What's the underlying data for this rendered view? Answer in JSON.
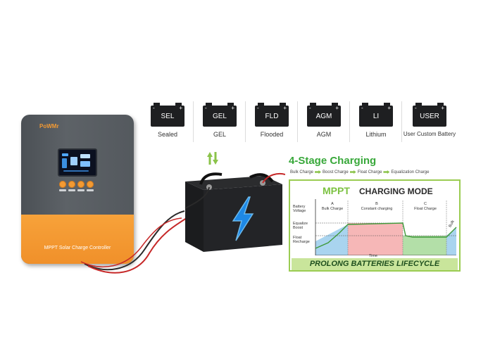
{
  "controller": {
    "logo": "PoWMr",
    "label": "MPPT Solar Charge Controller"
  },
  "battery_types": [
    {
      "code": "SEL",
      "label": "Sealed"
    },
    {
      "code": "GEL",
      "label": "GEL"
    },
    {
      "code": "FLD",
      "label": "Flooded"
    },
    {
      "code": "AGM",
      "label": "AGM"
    },
    {
      "code": "LI",
      "label": "Lithium"
    },
    {
      "code": "USER",
      "label": "User Custom Battery"
    }
  ],
  "charging": {
    "title": "4-Stage Charging",
    "steps": [
      "Bulk Charge",
      "Boost Charge",
      "Float Charge",
      "Equalization Charge"
    ]
  },
  "chart": {
    "title_part1": "MPPT",
    "title_part2": "CHARGING MODE",
    "y_labels": {
      "battery_voltage": "Battery Voltage",
      "equalize_boost": "Equalize Boost",
      "float_recharge": "Float Recharge"
    },
    "stages": [
      {
        "letter": "A",
        "name": "Bulk Charge"
      },
      {
        "letter": "B",
        "name": "Constant charging"
      },
      {
        "letter": "C",
        "name": "Float Charge"
      }
    ],
    "side_label": "Bulk",
    "x_label": "Time",
    "footer": "PROLONG BATTERIES LIFECYCLE",
    "colors": {
      "bulk": "#a9d4ef",
      "constant": "#f6b7b7",
      "float": "#b3dfa8",
      "line": "#3f9a3a"
    }
  }
}
